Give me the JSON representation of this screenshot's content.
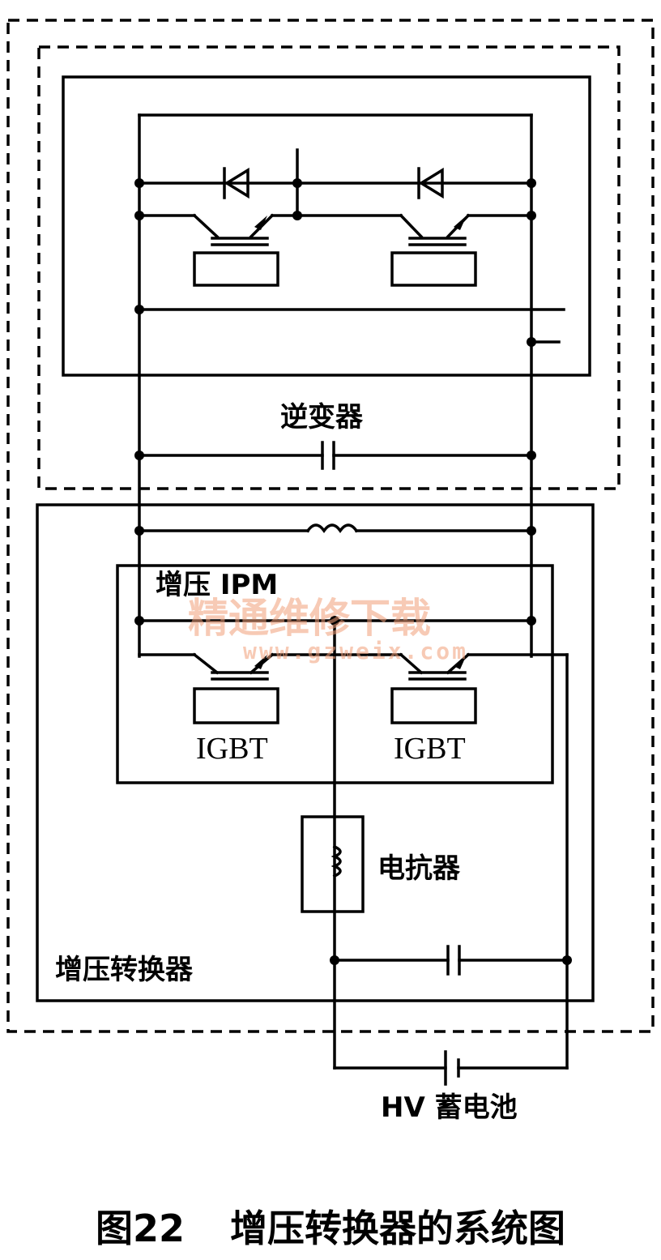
{
  "labels": {
    "inverter": "逆变器",
    "boost_ipm": "增压 IPM",
    "igbt_left": "IGBT",
    "igbt_right": "IGBT",
    "reactor": "电抗器",
    "boost_converter": "增压转换器",
    "hv_battery": "HV 蓄电池"
  },
  "watermark": {
    "cn": "精通维修下载",
    "url": "www.gzweix.com",
    "color": "#f2a07a"
  },
  "caption": {
    "figure_number": "图22",
    "title": "增压转换器的系统图"
  }
}
